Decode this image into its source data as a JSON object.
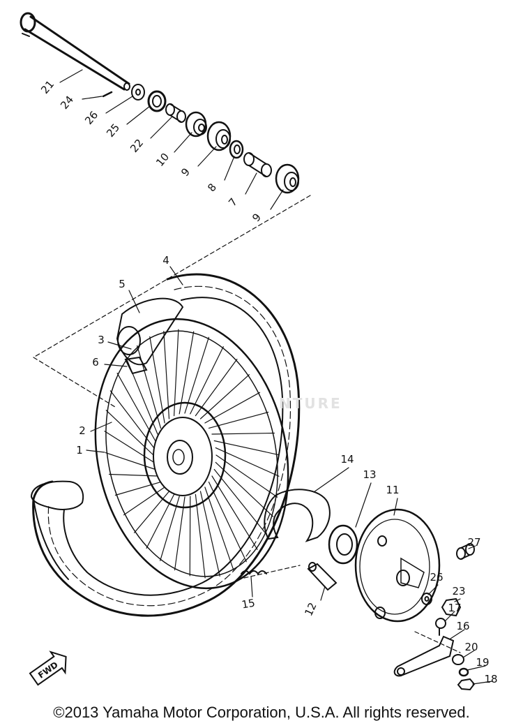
{
  "callouts": [
    {
      "label": "21"
    },
    {
      "label": "24"
    },
    {
      "label": "26"
    },
    {
      "label": "25"
    },
    {
      "label": "22"
    },
    {
      "label": "10"
    },
    {
      "label": "9"
    },
    {
      "label": "8"
    },
    {
      "label": "7"
    },
    {
      "label": "9"
    },
    {
      "label": "4"
    },
    {
      "label": "5"
    },
    {
      "label": "3"
    },
    {
      "label": "6"
    },
    {
      "label": "2"
    },
    {
      "label": "1"
    },
    {
      "label": "14"
    },
    {
      "label": "13"
    },
    {
      "label": "11"
    },
    {
      "label": "27"
    },
    {
      "label": "26"
    },
    {
      "label": "23"
    },
    {
      "label": "17"
    },
    {
      "label": "16"
    },
    {
      "label": "20"
    },
    {
      "label": "19"
    },
    {
      "label": "18"
    },
    {
      "label": "15"
    },
    {
      "label": "12"
    }
  ],
  "fwd_label": "FWD",
  "watermark": "NTURE",
  "copyright": "©2013 Yamaha Motor Corporation, U.S.A. All rights reserved."
}
